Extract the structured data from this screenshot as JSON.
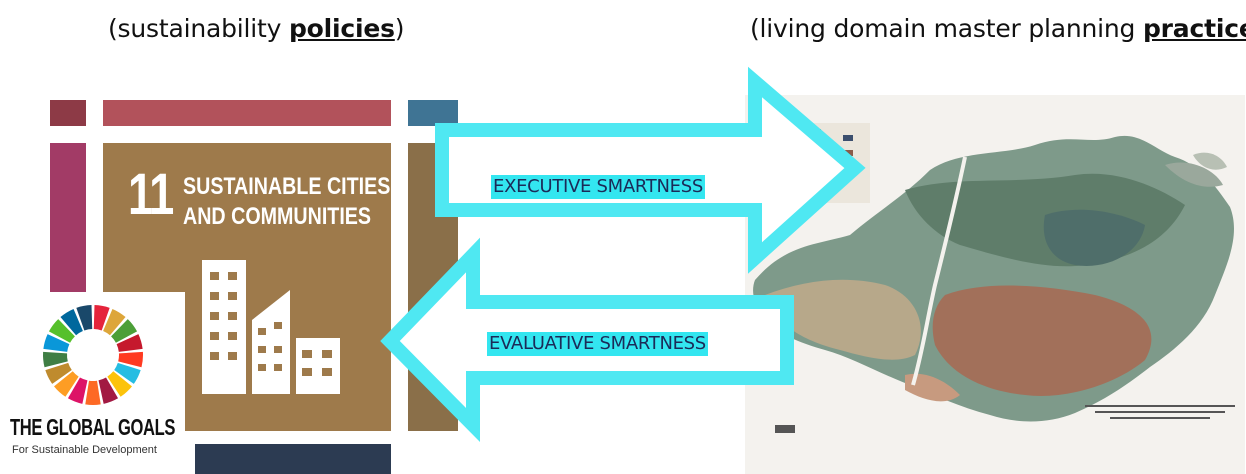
{
  "headers": {
    "left_prefix": "(sustainability ",
    "left_bold": "policies",
    "left_suffix": ")",
    "right_prefix": "(living domain master planning ",
    "right_bold": "practices",
    "right_suffix": ")"
  },
  "sdg_card": {
    "number": "11",
    "line1": "SUSTAINABLE CITIES",
    "line2": "AND COMMUNITIES",
    "color": "#9e7a4b"
  },
  "global_goals": {
    "title": "THE GLOBAL GOALS",
    "subtitle": "For Sustainable Development",
    "wheel_colors": [
      "#e5243b",
      "#dda63a",
      "#4c9f38",
      "#c5192d",
      "#ff3a21",
      "#26bde2",
      "#fcc30b",
      "#a21942",
      "#fd6925",
      "#dd1367",
      "#fd9d24",
      "#bf8b2e",
      "#3f7e44",
      "#0a97d9",
      "#56c02b",
      "#00689d",
      "#19486a"
    ]
  },
  "flows": {
    "executive_label": "EXECUTIVE SMARTNESS",
    "evaluative_label": "EVALUATIVE SMARTNESS",
    "arrow_color": "#4fe8f2"
  }
}
